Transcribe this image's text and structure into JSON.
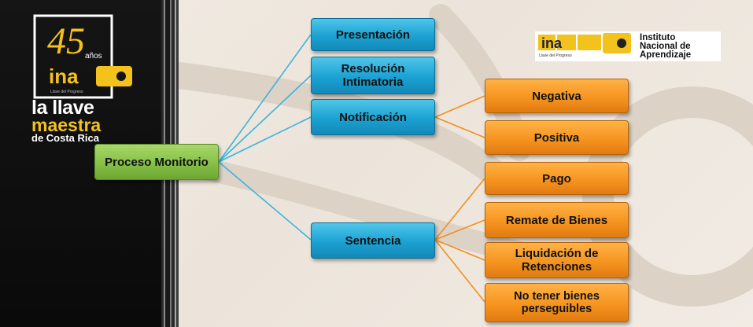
{
  "sidebar": {
    "anniversary_number": "45",
    "anniversary_word": "años",
    "logo_word": "ina",
    "logo_tagline": "Llave del Progreso",
    "brand_line1": "la llave",
    "brand_line2": "maestra",
    "brand_line3": "de Costa Rica",
    "accent_color": "#f3c21c"
  },
  "institution_logo": {
    "logo_word": "ina",
    "tagline": "Llave del Progreso",
    "name_line1": "Instituto",
    "name_line2": "Nacional de",
    "name_line3": "Aprendizaje"
  },
  "diagram": {
    "root": {
      "label": "Proceso Monitorio",
      "color": "#86c046"
    },
    "stages": [
      {
        "label": "Presentación",
        "color": "#1ba1d2"
      },
      {
        "label": "Resolución Intimatoria",
        "color": "#1ba1d2"
      },
      {
        "label": "Notificación",
        "color": "#1ba1d2"
      },
      {
        "label": "Sentencia",
        "color": "#1ba1d2"
      }
    ],
    "notification_outcomes": [
      {
        "label": "Negativa",
        "color": "#f69420"
      },
      {
        "label": "Positiva",
        "color": "#f69420"
      }
    ],
    "sentence_outcomes": [
      {
        "label": "Pago",
        "color": "#f69420"
      },
      {
        "label": "Remate de Bienes",
        "color": "#f69420"
      },
      {
        "label": "Liquidación de Retenciones",
        "color": "#f69420"
      },
      {
        "label": "No tener bienes perseguibles",
        "color": "#f69420"
      }
    ],
    "connector_root_color": "#3cb4dc",
    "connector_leaf_color": "#f0901e"
  }
}
